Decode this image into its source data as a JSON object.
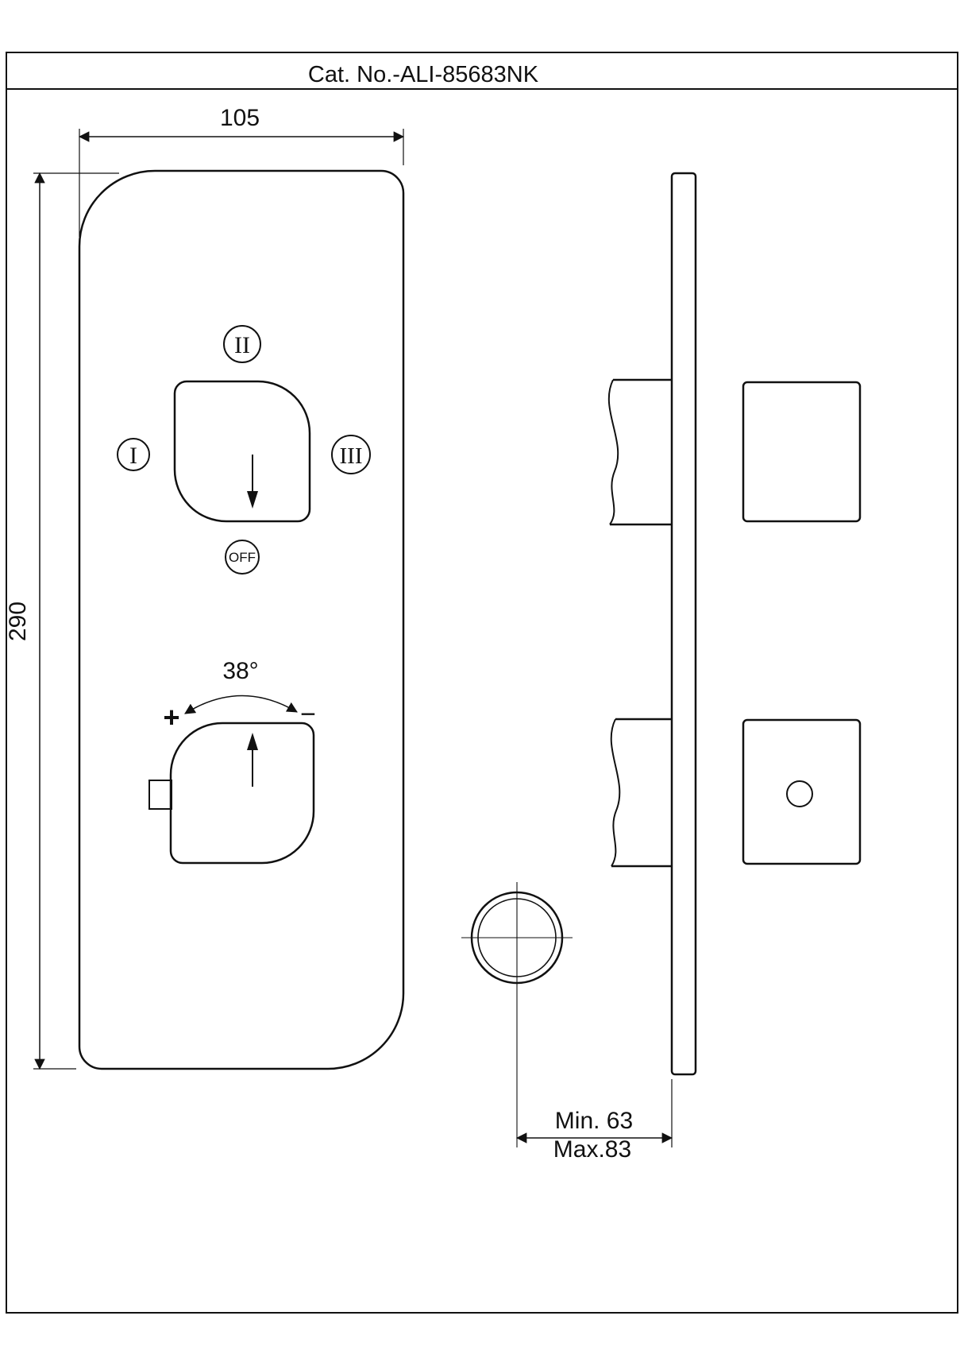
{
  "title": "Cat. No.-ALI-85683NK",
  "colors": {
    "ink": "#111111",
    "background": "#ffffff"
  },
  "front_view": {
    "width_dim": "105",
    "height_dim": "290",
    "diverter_positions": {
      "top": "II",
      "left": "I",
      "right": "III",
      "off": "OFF"
    },
    "temperature_control": {
      "angle": "38°",
      "plus": "+",
      "minus": "−"
    }
  },
  "side_view": {
    "depth_min": "Min. 63",
    "depth_max": "Max.83"
  }
}
